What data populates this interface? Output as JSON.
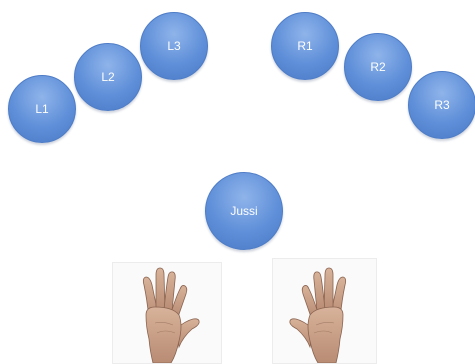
{
  "left_nodes": [
    {
      "label": "L1"
    },
    {
      "label": "L2"
    },
    {
      "label": "L3"
    }
  ],
  "right_nodes": [
    {
      "label": "R1"
    },
    {
      "label": "R2"
    },
    {
      "label": "R3"
    }
  ],
  "center_node": {
    "label": "Jussi"
  },
  "colors": {
    "node_fill": "#5f8fd9",
    "node_border": "#4e7cc6",
    "node_text": "#ffffff",
    "skin": "#c9a08a"
  },
  "icons": [
    "left-hand-icon",
    "right-hand-icon"
  ]
}
